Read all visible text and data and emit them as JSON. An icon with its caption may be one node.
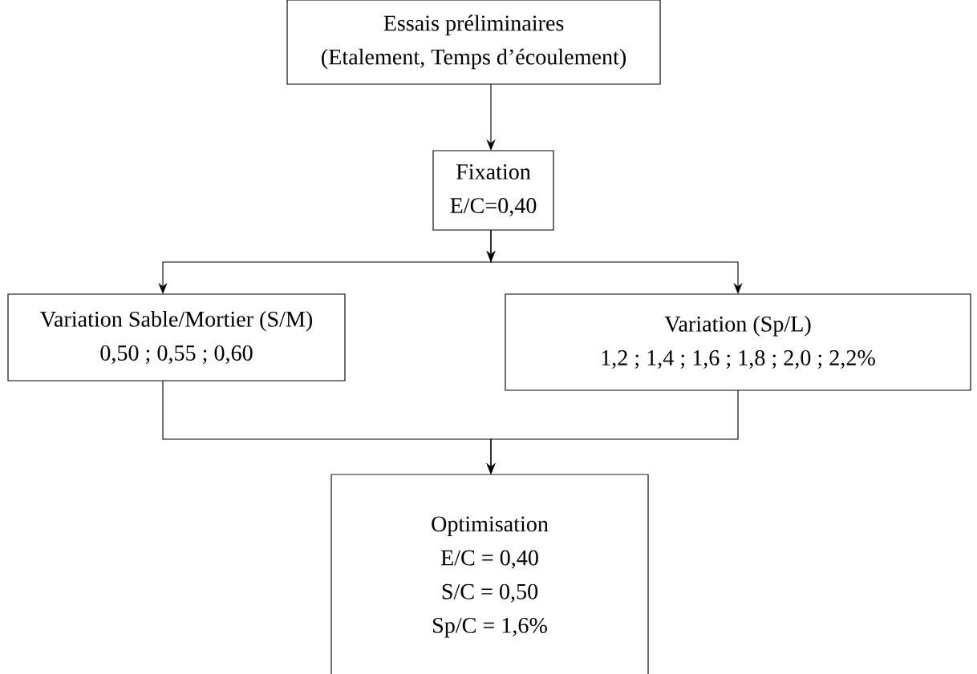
{
  "diagram": {
    "nodes": [
      {
        "text": [
          "Essais préliminaires",
          "(Etalement, Temps d’écoulement)"
        ]
      },
      {
        "text": [
          "Fixation",
          "E/C=0,40"
        ]
      },
      {
        "text": [
          "Variation Sable/Mortier (S/M)",
          "0,50 ; 0,55 ; 0,60"
        ]
      },
      {
        "text": [
          "Variation (Sp/L)",
          "1,2 ; 1,4 ; 1,6 ; 1,8 ; 2,0 ; 2,2%"
        ]
      },
      {
        "text": [
          "Optimisation",
          "E/C = 0,40",
          "S/C = 0,50",
          "Sp/C = 1,6%"
        ]
      }
    ],
    "edges": [
      {
        "from": 0,
        "to": 1,
        "arrow": "to"
      },
      {
        "from": 1,
        "to": 2,
        "arrow": "to"
      },
      {
        "from": 1,
        "to": 3,
        "arrow": "to"
      },
      {
        "from": 2,
        "to": 4,
        "arrow": "to"
      },
      {
        "from": 3,
        "to": 4,
        "arrow": "to"
      }
    ]
  }
}
